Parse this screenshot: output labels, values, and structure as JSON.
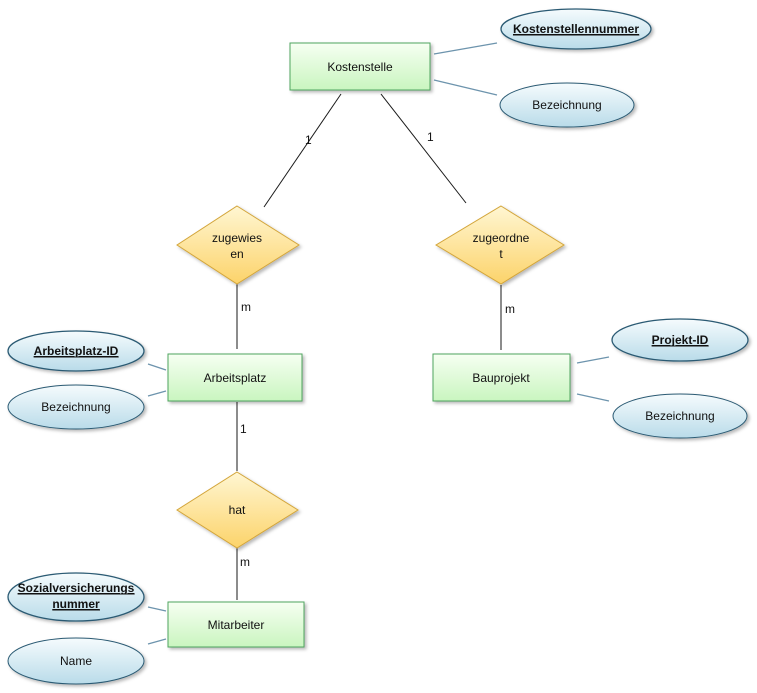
{
  "entities": {
    "kostenstelle": "Kostenstelle",
    "arbeitsplatz": "Arbeitsplatz",
    "bauprojekt": "Bauprojekt",
    "mitarbeiter": "Mitarbeiter"
  },
  "relationships": {
    "zugewiesen": [
      "zugewies",
      "en"
    ],
    "zugeordnet": [
      "zugeordne",
      "t"
    ],
    "hat": [
      "hat"
    ]
  },
  "attributes": {
    "kostenstellennummer": [
      "Kostenstellennummer"
    ],
    "kostenstelle_bezeichnung": [
      "Bezeichnung"
    ],
    "arbeitsplatz_id": [
      "Arbeitsplatz-ID"
    ],
    "arbeitsplatz_bezeichnung": [
      "Bezeichnung"
    ],
    "projekt_id": [
      "Projekt-ID"
    ],
    "bauprojekt_bezeichnung": [
      "Bezeichnung"
    ],
    "sozialversicherungsnummer": [
      "Sozialversicherungs",
      "nummer"
    ],
    "name": [
      "Name"
    ]
  },
  "cardinalities": {
    "kostenstelle_zugewiesen": "1",
    "kostenstelle_zugeordnet": "1",
    "zugewiesen_arbeitsplatz": "m",
    "zugeordnet_bauprojekt": "m",
    "arbeitsplatz_hat": "1",
    "hat_mitarbeiter": "m"
  },
  "colors": {
    "entity_fill_top": "#f6fff2",
    "entity_fill_bottom": "#c9f5bf",
    "entity_stroke": "#4fa55f",
    "relationship_fill_top": "#fff6d2",
    "relationship_fill_bottom": "#fcd36a",
    "relationship_stroke": "#d3a53a",
    "attribute_fill_top": "#f5fbfd",
    "attribute_fill_bottom": "#b9dbe9",
    "attribute_stroke": "#2b5a73",
    "connector_line": "#1a1a1a",
    "attribute_connector": "#6d94ad"
  }
}
